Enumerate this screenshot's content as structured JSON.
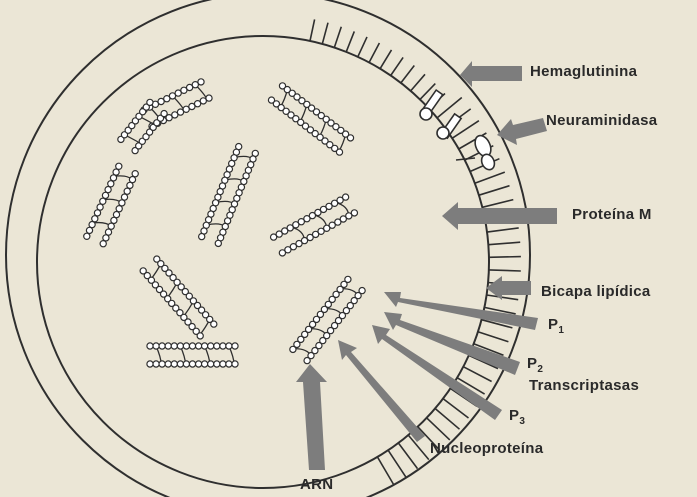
{
  "labels": {
    "hemaglutinina": "Hemaglutinina",
    "neuraminidasa": "Neuraminidasa",
    "proteina_m": "Proteína M",
    "bicapa": "Bicapa lipídica",
    "p1": "P",
    "p1_sub": "1",
    "p2": "P",
    "p2_sub": "2",
    "transcriptasas": "Transcriptasas",
    "p3": "P",
    "p3_sub": "3",
    "nucleoproteina": "Nucleoproteína",
    "arn": "ARN"
  },
  "colors": {
    "background": "#ebe6d6",
    "ink": "#2f2f2f",
    "arrow": "#7d7d7d",
    "bead": "#ffffff"
  }
}
